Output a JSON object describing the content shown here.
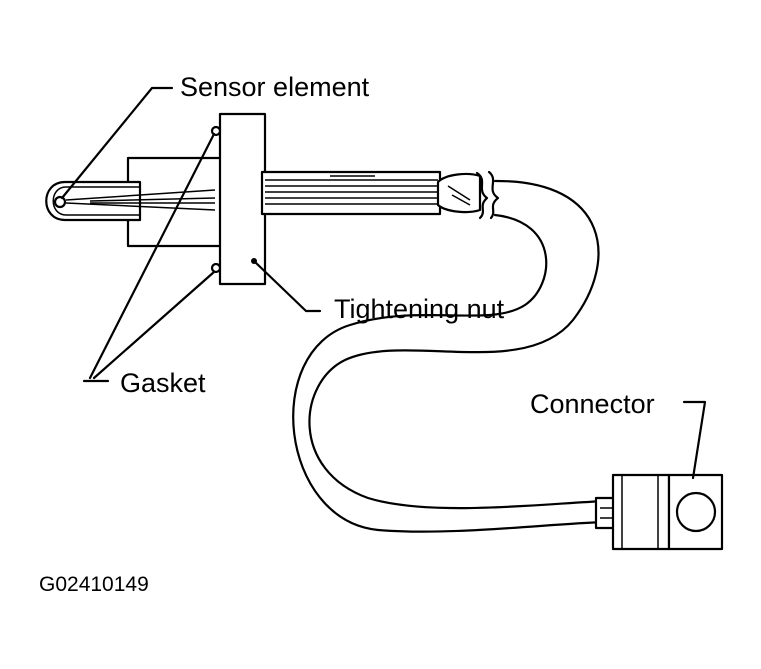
{
  "labels": {
    "sensor_element": "Sensor element",
    "tightening_nut": "Tightening nut",
    "gasket": "Gasket",
    "connector": "Connector"
  },
  "figure_code": "G02410149"
}
